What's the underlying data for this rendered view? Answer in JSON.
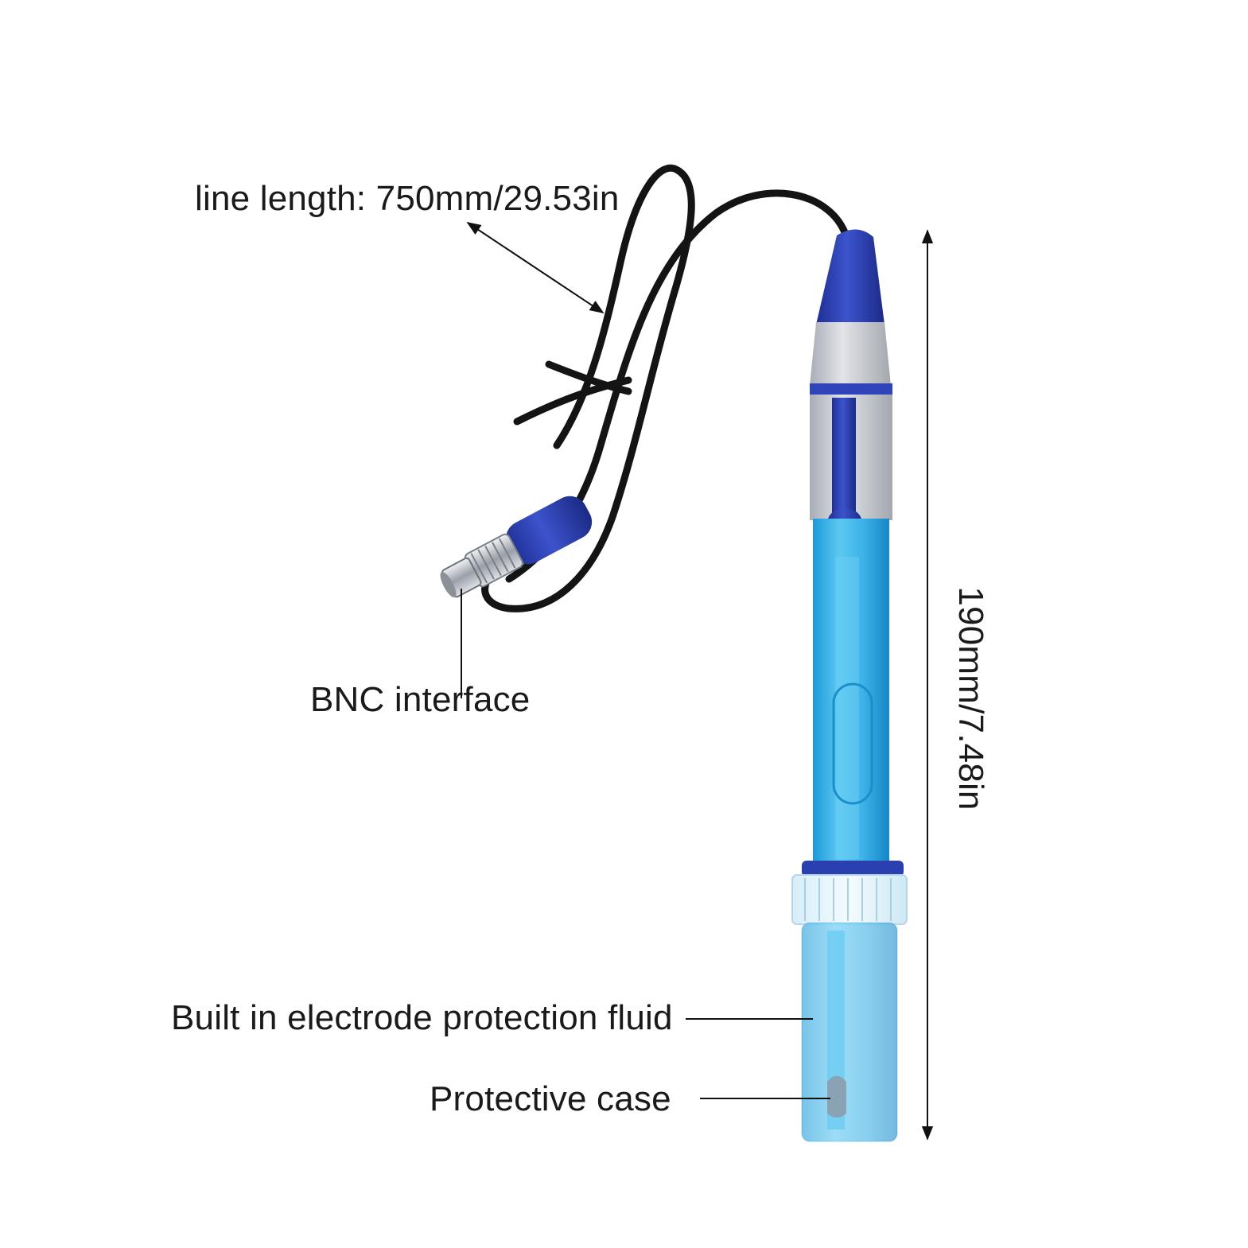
{
  "annotations": {
    "line_length": "line length: 750mm/29.53in",
    "bnc": "BNC interface",
    "fluid": "Built in electrode protection fluid",
    "case": "Protective case",
    "height": "190mm/7.48in"
  },
  "colors": {
    "probe_blue": "#2a3fb0",
    "probe_gray": "#c9ccd2",
    "glass_cyan": "#3fb6ea",
    "cable": "#141414",
    "metal": "#b8bcc2",
    "leader": "#111111"
  }
}
